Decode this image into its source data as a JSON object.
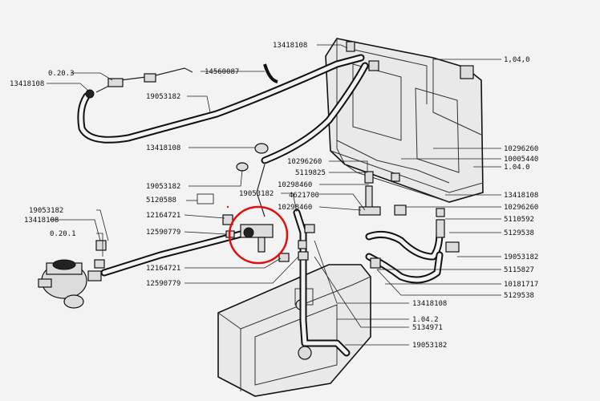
{
  "diagram": {
    "labels": {
      "l_13418108_top": "13418108",
      "l_0203": "0.20.3",
      "l_13418108_left": "13418108",
      "l_14560087": "14560087",
      "l_19053182_top": "19053182",
      "l_104_top": "1,04,0",
      "l_13418108_mid": "13418108",
      "l_10296260_a": "10296260",
      "l_10005440": "10005440",
      "l_10296260_b": "10296260",
      "l_5119825": "5119825",
      "l_104_mid": "1.04.0",
      "l_19053182_c": "19053182",
      "l_10298460_a": "10298460",
      "l_13418108_r": "13418108",
      "l_5120588": "5120588",
      "l_4621700": "4621700",
      "l_10296260_c": "10296260",
      "l_19053182_b": "19053182",
      "l_12164721_a": "12164721",
      "l_10298460_b": "10298460",
      "l_5110592": "5110592",
      "l_13418108_l2": "13418108",
      "l_12590779_a": "12590779",
      "l_5129538_a": "5129538",
      "l_19053182_l": "19053182",
      "l_0201": "0.20.1",
      "l_19053182_r": "19053182",
      "l_12164721_b": "12164721",
      "l_5115827": "5115827",
      "l_12590779_b": "12590779",
      "l_10181717": "10181717",
      "l_5129538_b": "5129538",
      "l_13418108_b": "13418108",
      "l_1042": "1.04.2",
      "l_5134971": "5134971",
      "l_19053182_bot": "19053182"
    },
    "highlight_color": "#e01010"
  }
}
